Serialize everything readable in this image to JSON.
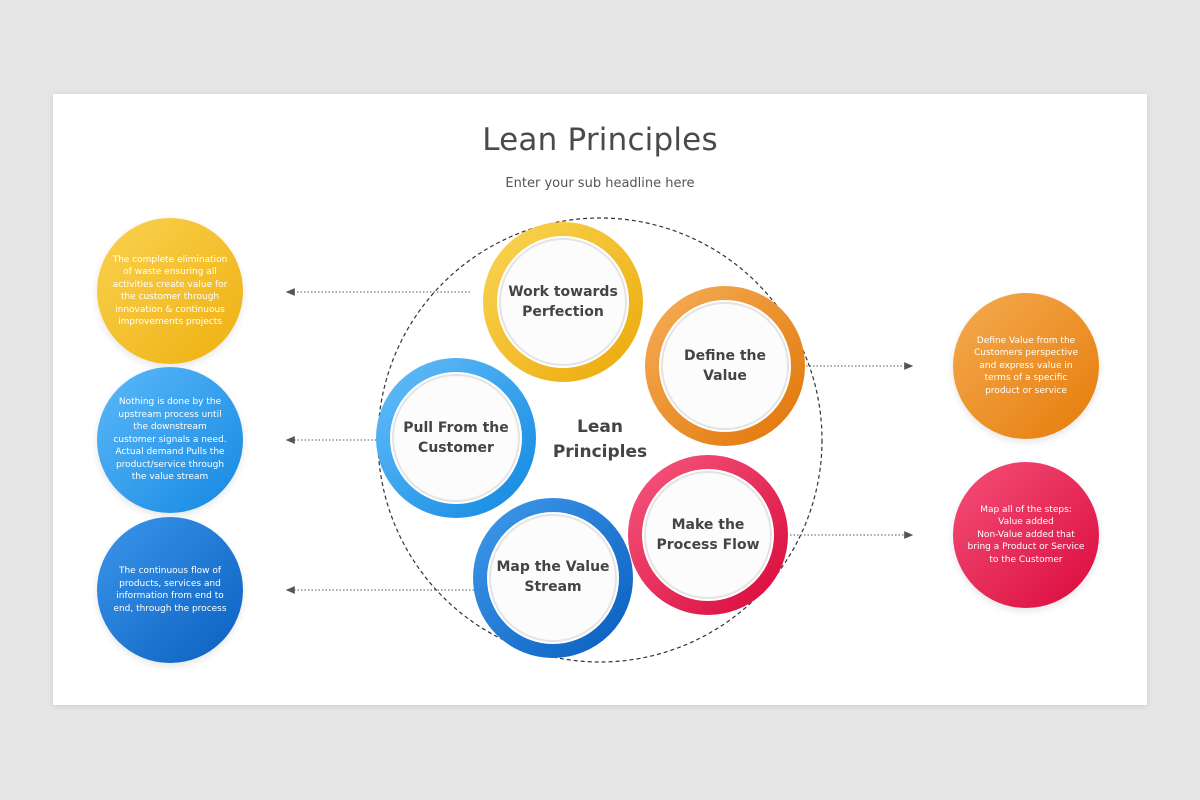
{
  "slide": {
    "title": "Lean Principles",
    "subtitle": "Enter your sub headline here",
    "center_label": "Lean Principles"
  },
  "principles": [
    {
      "id": "perfection",
      "label": "Work towards Perfection",
      "color": "#f2b21b",
      "color_light": "#f8cf4a",
      "description": "The complete elimination of waste ensuring all activities create value for the customer through innovation & continuous improvements projects",
      "description_side": "left"
    },
    {
      "id": "define-value",
      "label": "Define the Value",
      "color": "#e8820e",
      "color_light": "#f4a84a",
      "description": "Define Value from the Customers perspective and express value in terms of a specific product or service",
      "description_side": "right"
    },
    {
      "id": "pull",
      "label": "Pull From the Customer",
      "color": "#1e95e8",
      "color_light": "#5bb8f7",
      "description": "Nothing is done by the upstream process until the downstream customer signals a need. Actual demand Pulls the product/service through the value stream",
      "description_side": "left"
    },
    {
      "id": "process-flow",
      "label": "Make the Process Flow",
      "color": "#e01447",
      "color_light": "#f24b72",
      "description": "Map all of the steps:\nValue added\nNon-Value added that bring a Product or Service to the Customer",
      "description_side": "right"
    },
    {
      "id": "value-stream",
      "label": "Map the Value Stream",
      "color": "#0f6cc9",
      "color_light": "#3b95e6",
      "description": "The continuous flow of products, services and information from end to end, through the process",
      "description_side": "left"
    }
  ],
  "ring_labels": {
    "perfection": "Work towards\nPerfection",
    "define-value": "Define the\nValue",
    "pull": "Pull From the\nCustomer",
    "process-flow": "Make the\nProcess Flow",
    "value-stream": "Map the Value\nStream",
    "center": "Lean\nPrinciples"
  },
  "descriptions": {
    "perfection": "The complete elimination\nof waste ensuring all\nactivities create value for\nthe customer through\ninnovation & continuous\nimprovements projects",
    "pull": "Nothing is done by the\nupstream process until\nthe downstream\ncustomer signals a need.\nActual demand Pulls the\nproduct/service through\nthe value stream",
    "value-stream": "The continuous flow of\nproducts, services and\ninformation from end to\nend, through the process",
    "define-value": "Define Value from the\nCustomers perspective\nand express value in\nterms of a specific\nproduct or service",
    "process-flow": "Map all of the steps:\nValue added\nNon-Value added that\nbring a Product or Service\nto the Customer"
  }
}
